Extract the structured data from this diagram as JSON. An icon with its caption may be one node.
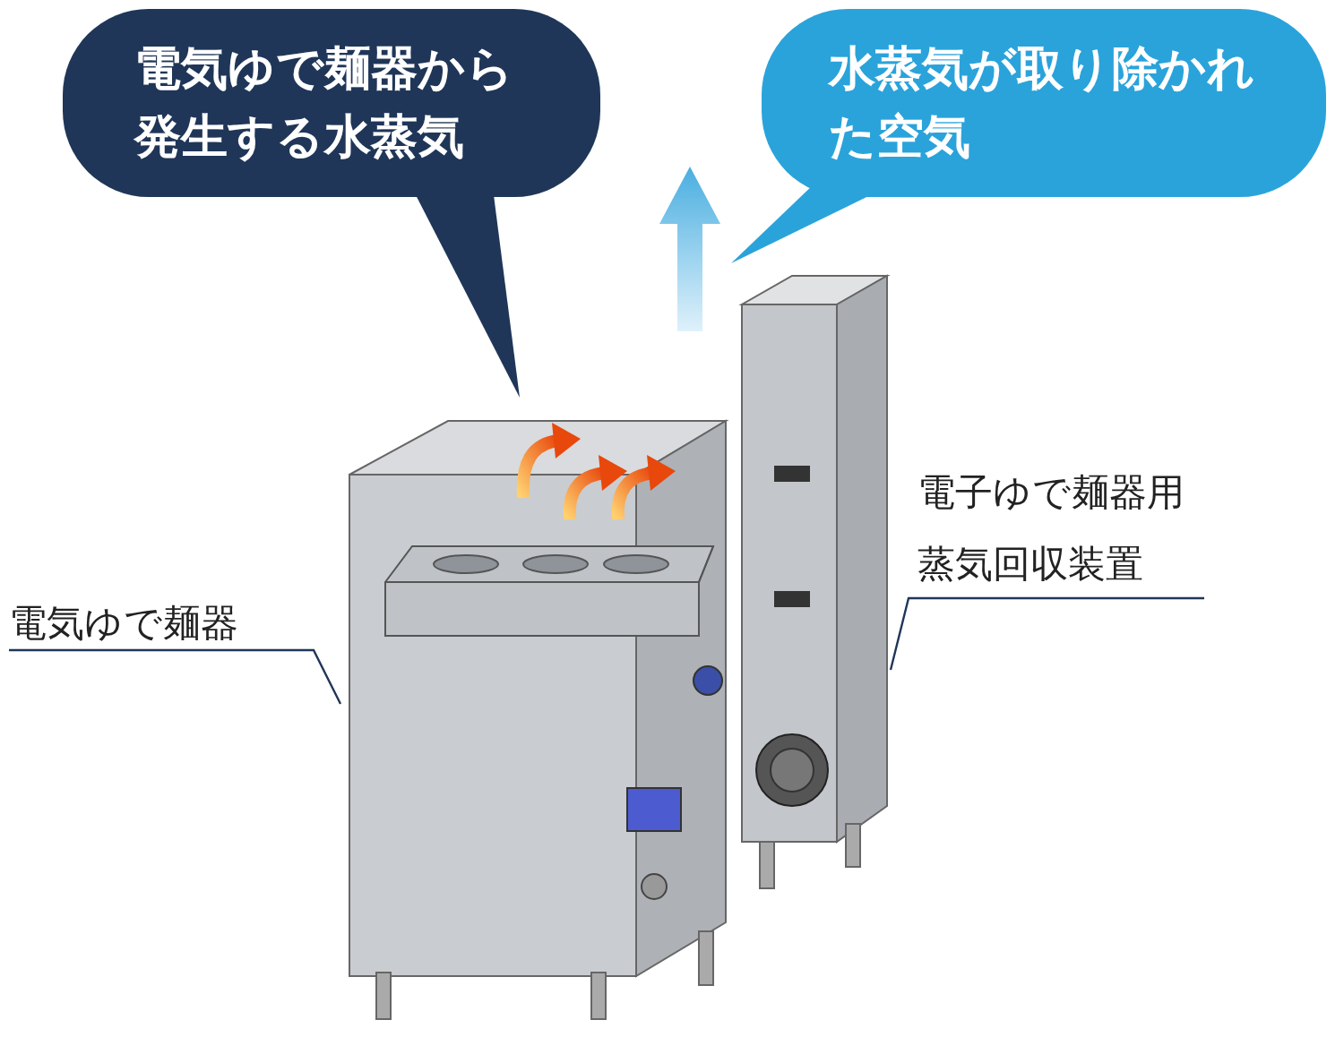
{
  "diagram": {
    "nodes": [
      {
        "text": [
          "電気ゆで麺器から発生する水蒸気"
        ]
      },
      {
        "text": [
          "水蒸気が取り除かれた空気"
        ]
      },
      {
        "text": [
          "電気ゆで麺器"
        ]
      },
      {
        "text": [
          "電子ゆで麺器用蒸気回収装置"
        ]
      },
      {
        "text": [],
        "shape": "picture"
      },
      {
        "text": [],
        "shape": "picture"
      }
    ],
    "edges": [
      {
        "from": 2,
        "to": 4,
        "arrow": "none"
      },
      {
        "from": 3,
        "to": 5,
        "arrow": "none"
      }
    ]
  }
}
